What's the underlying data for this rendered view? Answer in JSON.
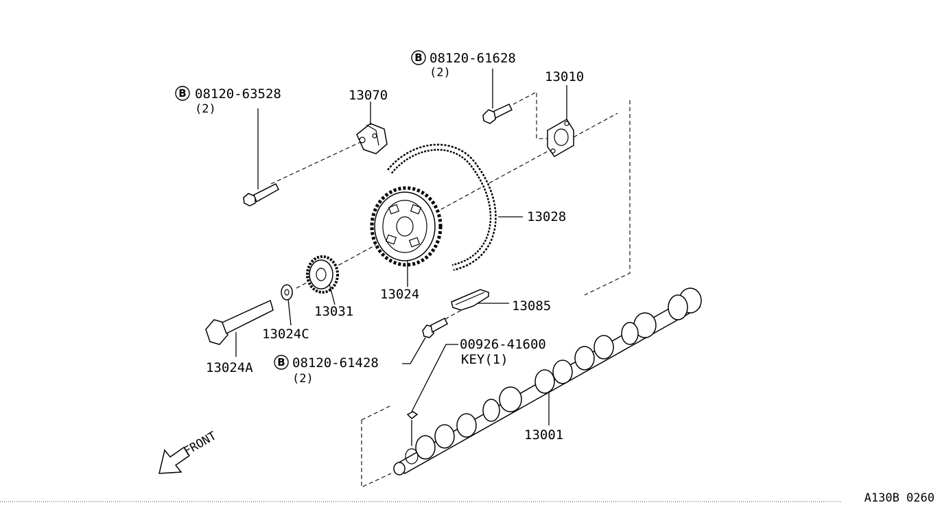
{
  "diagram": {
    "figure_code": "A130B 0260",
    "front_label": "FRONT",
    "bolt_marker": "B",
    "parts": [
      {
        "id": "p-13001",
        "number": "13001"
      },
      {
        "id": "p-13010",
        "number": "13010"
      },
      {
        "id": "p-13024",
        "number": "13024"
      },
      {
        "id": "p-13024a",
        "number": "13024A"
      },
      {
        "id": "p-13024c",
        "number": "13024C"
      },
      {
        "id": "p-13028",
        "number": "13028"
      },
      {
        "id": "p-13031",
        "number": "13031"
      },
      {
        "id": "p-13070",
        "number": "13070"
      },
      {
        "id": "p-13085",
        "number": "13085"
      }
    ],
    "bolts": [
      {
        "id": "b-63528",
        "number": "08120-63528",
        "qty": "(2)"
      },
      {
        "id": "b-61628",
        "number": "08120-61628",
        "qty": "(2)"
      },
      {
        "id": "b-61428",
        "number": "08120-61428",
        "qty": "(2)"
      }
    ],
    "key": {
      "number": "00926-41600",
      "label": "KEY(1)"
    }
  }
}
